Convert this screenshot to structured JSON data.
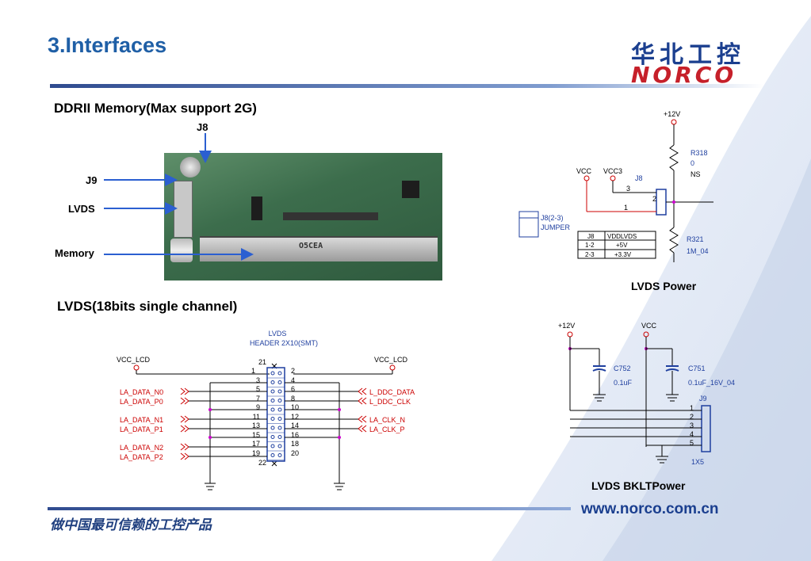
{
  "page": {
    "title": "3.Interfaces",
    "slogan": "做中国最可信赖的工控产品",
    "url": "www.norco.com.cn"
  },
  "logo": {
    "chinese": "华北工控",
    "english": "NORCO"
  },
  "memory_section": {
    "heading": "DDRII Memory(Max support 2G)",
    "callouts": {
      "j8": "J8",
      "j9": "J9",
      "lvds": "LVDS",
      "memory": "Memory"
    },
    "photo_slot_text": "O5CEA"
  },
  "lvds_section": {
    "heading": "LVDS(18bits single channel)",
    "header_title": "LVDS",
    "header_subtitle": "HEADER 2X10(SMT)",
    "vcc_left": "VCC_LCD",
    "vcc_right": "VCC_LCD",
    "pin_top": "21",
    "pin_bottom": "22",
    "left_pins": [
      "1",
      "3",
      "5",
      "7",
      "9",
      "11",
      "13",
      "15",
      "17",
      "19"
    ],
    "right_pins": [
      "2",
      "4",
      "6",
      "8",
      "10",
      "12",
      "14",
      "16",
      "18",
      "20"
    ],
    "left_signals": [
      "LA_DATA_N0",
      "LA_DATA_P0",
      "LA_DATA_N1",
      "LA_DATA_P1",
      "LA_DATA_N2",
      "LA_DATA_P2"
    ],
    "right_signals": [
      "L_DDC_DATA",
      "L_DDC_CLK",
      "LA_CLK_N",
      "LA_CLK_P"
    ]
  },
  "lvds_power": {
    "caption": "LVDS Power",
    "plus12v": "+12V",
    "r318": "R318",
    "r318_value": "0",
    "r318_note": "NS",
    "vcc": "VCC",
    "vcc3": "VCC3",
    "j8": "J8",
    "pin3": "3",
    "pin2": "2",
    "pin1": "1",
    "jumper_ref": "J8(2-3)",
    "jumper_label": "JUMPER",
    "r321": "R321",
    "r321_value": "1M_04",
    "table": [
      [
        "J8",
        "VDDLVDS"
      ],
      [
        "1-2",
        "+5V"
      ],
      [
        "2-3",
        "+3.3V"
      ]
    ]
  },
  "lvds_bkltpower": {
    "caption": "LVDS BKLTPower",
    "plus12v": "+12V",
    "vcc": "VCC",
    "c752": "C752",
    "c752_value": "0.1uF",
    "c751": "C751",
    "c751_value": "0.1uF_16V_04",
    "j9": "J9",
    "pins": [
      "1",
      "2",
      "3",
      "4",
      "5"
    ],
    "footprint": "1X5"
  }
}
